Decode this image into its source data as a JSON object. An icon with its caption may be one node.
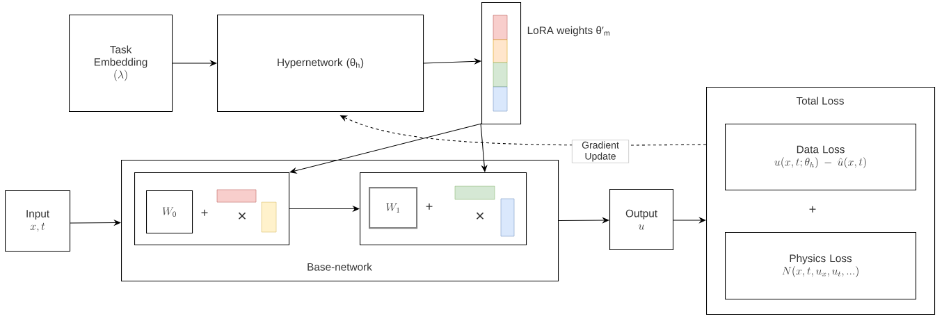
{
  "diagram": {
    "nodes": [
      {
        "text": [
          "Task Embedding",
          "(\\lambda)"
        ]
      },
      {
        "text": [
          "Hypernetwork (θ$_{h}$)"
        ]
      },
      {
        "text": [],
        "shape": "box",
        "beside": [
          "LoRA weights θ′$_{m}$"
        ]
      },
      {
        "text": [
          "Input",
          "x, t"
        ]
      },
      {
        "text": [
          "Base-network"
        ]
      },
      {
        "text": [],
        "shape": "box",
        "in": 4
      },
      {
        "text": [
          "W_0"
        ],
        "in": 5
      },
      {
        "text": [],
        "shape": "box",
        "in": 4
      },
      {
        "text": [
          "W_1"
        ],
        "in": 7
      },
      {
        "text": [
          "Output",
          "u"
        ]
      },
      {
        "text": [
          "Total Loss"
        ]
      },
      {
        "text": [
          "Data Loss",
          "u(x, t; \\theta_h) - \\hat{u}(x, t)"
        ],
        "in": 10
      },
      {
        "text": [
          "Physics Loss",
          "N(x, t, u_x, u_t, ...)"
        ],
        "in": 10
      }
    ],
    "edges": [
      {
        "from": 0,
        "to": 1,
        "arrow": "to"
      },
      {
        "from": 1,
        "to": 2,
        "arrow": "to"
      },
      {
        "from": 2,
        "to": 5,
        "arrow": "to"
      },
      {
        "from": 2,
        "to": 7,
        "arrow": "to"
      },
      {
        "from": 3,
        "to": 4,
        "arrow": "to"
      },
      {
        "from": 5,
        "to": 7,
        "arrow": "to"
      },
      {
        "from": 4,
        "to": 9,
        "arrow": "to"
      },
      {
        "from": 9,
        "to": 10,
        "arrow": "to"
      },
      {
        "from": 10,
        "to": 1,
        "arrow": "to",
        "style": "dashed",
        "label": "Gradient Update"
      }
    ],
    "labels": [
      "+",
      "×",
      "+",
      "×",
      "+"
    ]
  }
}
